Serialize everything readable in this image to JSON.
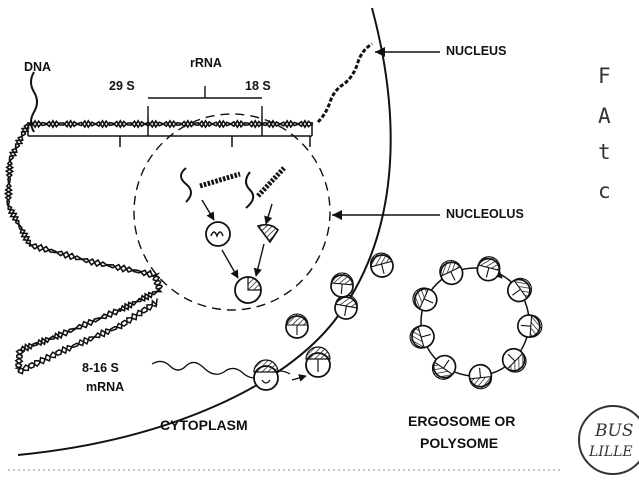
{
  "labels": {
    "dna": "DNA",
    "rrna": "rRNA",
    "s29": "29 S",
    "s18": "18 S",
    "nucleus": "NUCLEUS",
    "nucleolus": "NUCLEOLUS",
    "mrna_size": "8-16 S",
    "mrna": "mRNA",
    "cytoplasm": "CYTOPLASM",
    "ergosome_line1": "ERGOSOME OR",
    "ergosome_line2": "POLYSOME"
  },
  "side_text": [
    "F",
    "A",
    "t",
    "c"
  ],
  "stamp": {
    "line1": "BUS",
    "line2": "LILLE"
  },
  "colors": {
    "ink": "#111111",
    "paper": "#ffffff"
  }
}
